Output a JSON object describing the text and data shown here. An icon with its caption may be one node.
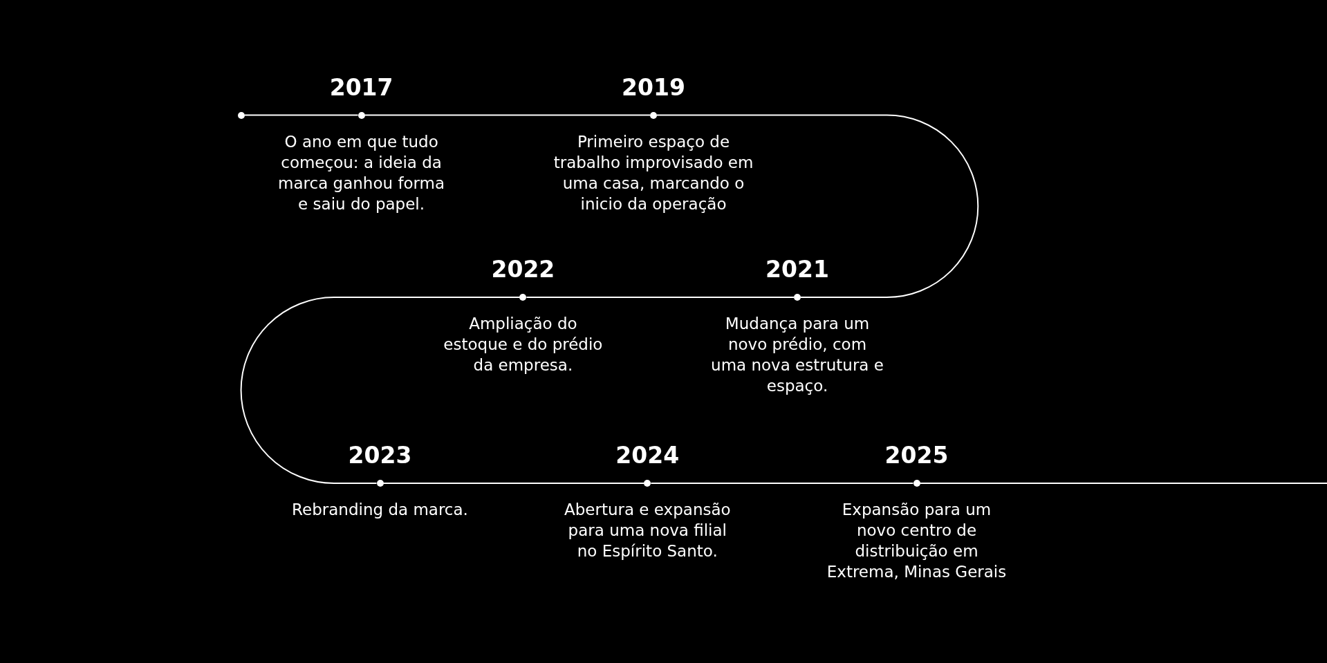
{
  "diagram": {
    "nodes": [
      {
        "text": [],
        "shape": "circle"
      },
      {
        "text": [],
        "shape": "circle",
        "beside": [
          "2017",
          "O ano em que tudo começou: a ideia da marca ganhou forma e saiu do papel."
        ]
      },
      {
        "text": [],
        "shape": "circle",
        "beside": [
          "2019",
          "Primeiro espaço de trabalho improvisado em uma casa, marcando o inicio da operação"
        ]
      },
      {
        "text": [],
        "shape": "circle",
        "beside": [
          "2021",
          "Mudança para um novo prédio, com uma nova estrutura e espaço."
        ]
      },
      {
        "text": [],
        "shape": "circle",
        "beside": [
          "2022",
          "Ampliação do estoque e do prédio da empresa."
        ]
      },
      {
        "text": [],
        "shape": "circle",
        "beside": [
          "2023",
          "Rebranding da marca."
        ]
      },
      {
        "text": [],
        "shape": "circle",
        "beside": [
          "2024",
          "Abertura e expansão para uma nova filial no Espírito Santo."
        ]
      },
      {
        "text": [],
        "shape": "circle",
        "beside": [
          "2025",
          "Expansão para um novo centro de distribuição em Extrema, Minas Gerais"
        ]
      }
    ],
    "edges": [
      {
        "from": 0,
        "to": 1,
        "arrow": "none"
      },
      {
        "from": 1,
        "to": 2,
        "arrow": "none"
      },
      {
        "from": 2,
        "to": 3,
        "arrow": "none"
      },
      {
        "from": 3,
        "to": 4,
        "arrow": "none"
      },
      {
        "from": 4,
        "to": 5,
        "arrow": "none"
      },
      {
        "from": 5,
        "to": 6,
        "arrow": "none"
      },
      {
        "from": 6,
        "to": 7,
        "arrow": "none"
      },
      {
        "from": 7,
        "to": null,
        "arrow": "none"
      }
    ]
  }
}
